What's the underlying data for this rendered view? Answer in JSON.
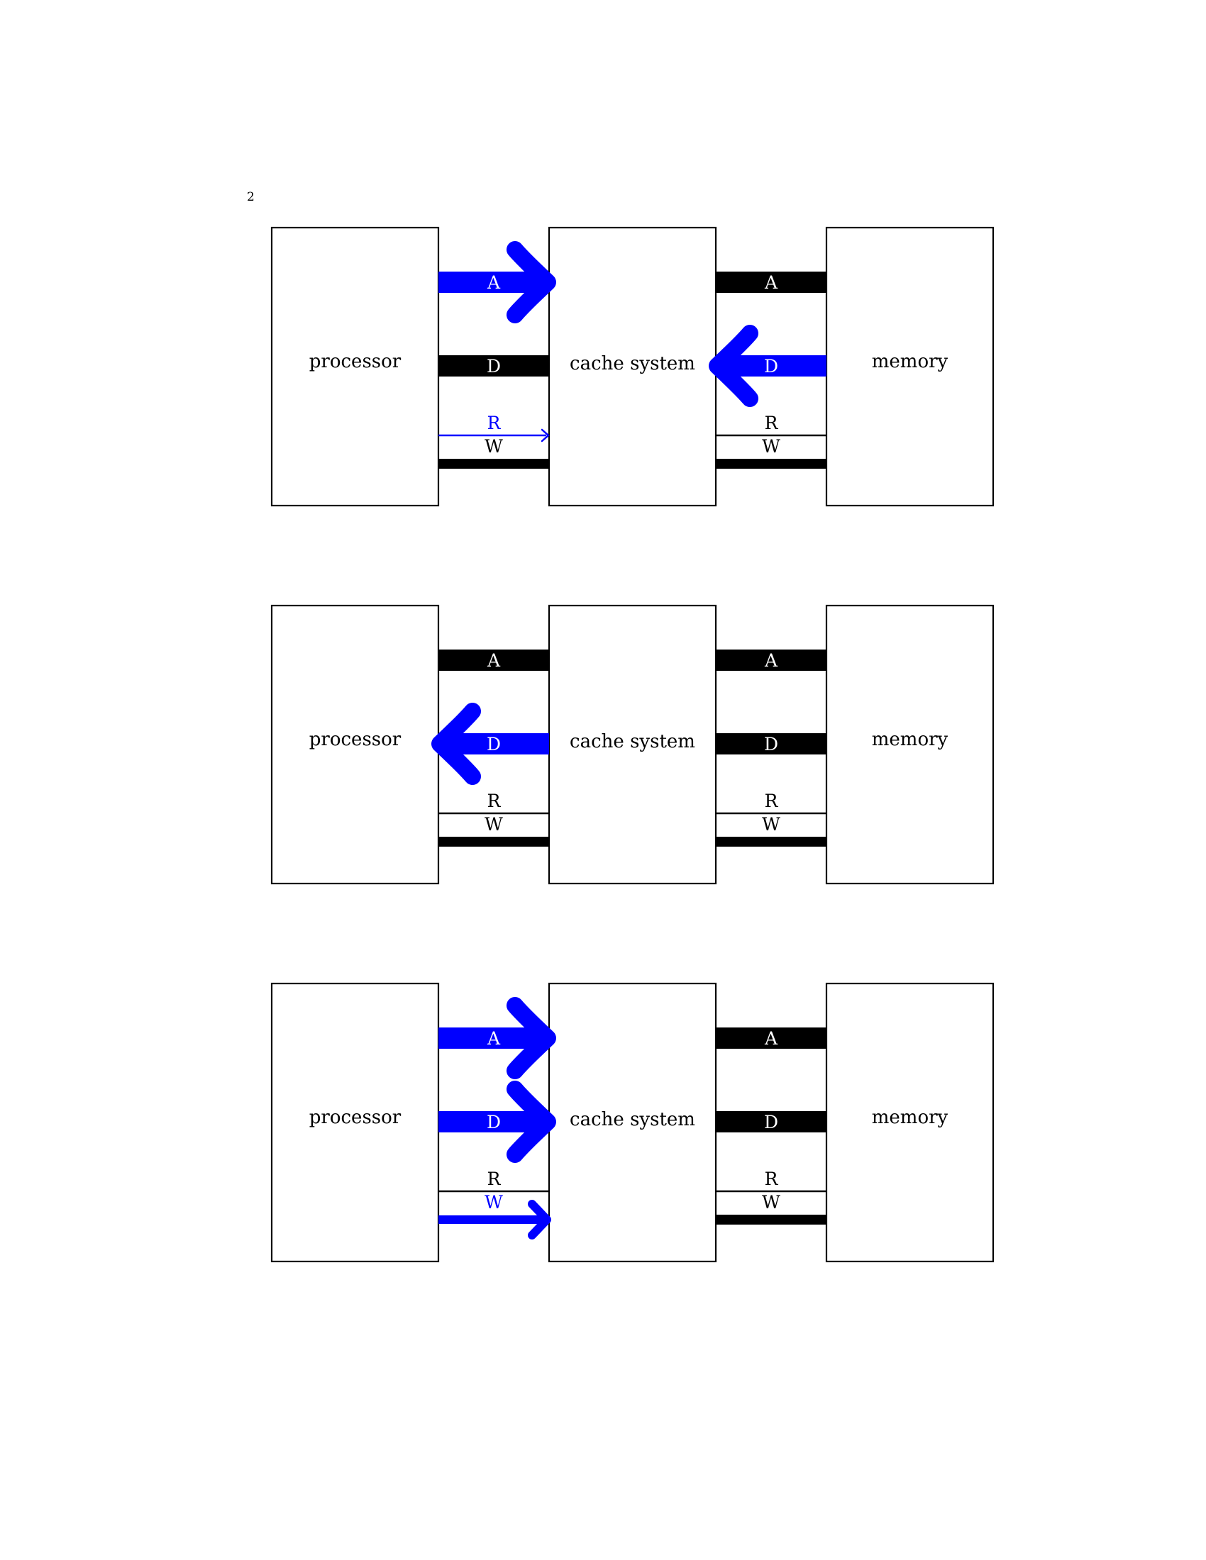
{
  "page_number": "2",
  "colors": {
    "active": "#0000ff",
    "idle": "#000000",
    "label_on_bar": "#ffffff"
  },
  "diagrams": [
    {
      "boxes": {
        "processor": "processor",
        "cache": "cache system",
        "memory": "memory"
      },
      "left": {
        "address": {
          "label": "A",
          "active": true,
          "dir": "right"
        },
        "data": {
          "label": "D",
          "active": false
        },
        "read": {
          "label": "R",
          "active": true,
          "dir": "right"
        },
        "write": {
          "label": "W",
          "active": false
        }
      },
      "right": {
        "address": {
          "label": "A",
          "active": false
        },
        "data": {
          "label": "D",
          "active": true,
          "dir": "left"
        },
        "read": {
          "label": "R",
          "active": false
        },
        "write": {
          "label": "W",
          "active": false
        }
      }
    },
    {
      "boxes": {
        "processor": "processor",
        "cache": "cache system",
        "memory": "memory"
      },
      "left": {
        "address": {
          "label": "A",
          "active": false
        },
        "data": {
          "label": "D",
          "active": true,
          "dir": "left"
        },
        "read": {
          "label": "R",
          "active": false
        },
        "write": {
          "label": "W",
          "active": false
        }
      },
      "right": {
        "address": {
          "label": "A",
          "active": false
        },
        "data": {
          "label": "D",
          "active": false
        },
        "read": {
          "label": "R",
          "active": false
        },
        "write": {
          "label": "W",
          "active": false
        }
      }
    },
    {
      "boxes": {
        "processor": "processor",
        "cache": "cache system",
        "memory": "memory"
      },
      "left": {
        "address": {
          "label": "A",
          "active": true,
          "dir": "right"
        },
        "data": {
          "label": "D",
          "active": true,
          "dir": "right"
        },
        "read": {
          "label": "R",
          "active": false
        },
        "write": {
          "label": "W",
          "active": true,
          "dir": "right"
        }
      },
      "right": {
        "address": {
          "label": "A",
          "active": false
        },
        "data": {
          "label": "D",
          "active": false
        },
        "read": {
          "label": "R",
          "active": false
        },
        "write": {
          "label": "W",
          "active": false
        }
      }
    }
  ]
}
